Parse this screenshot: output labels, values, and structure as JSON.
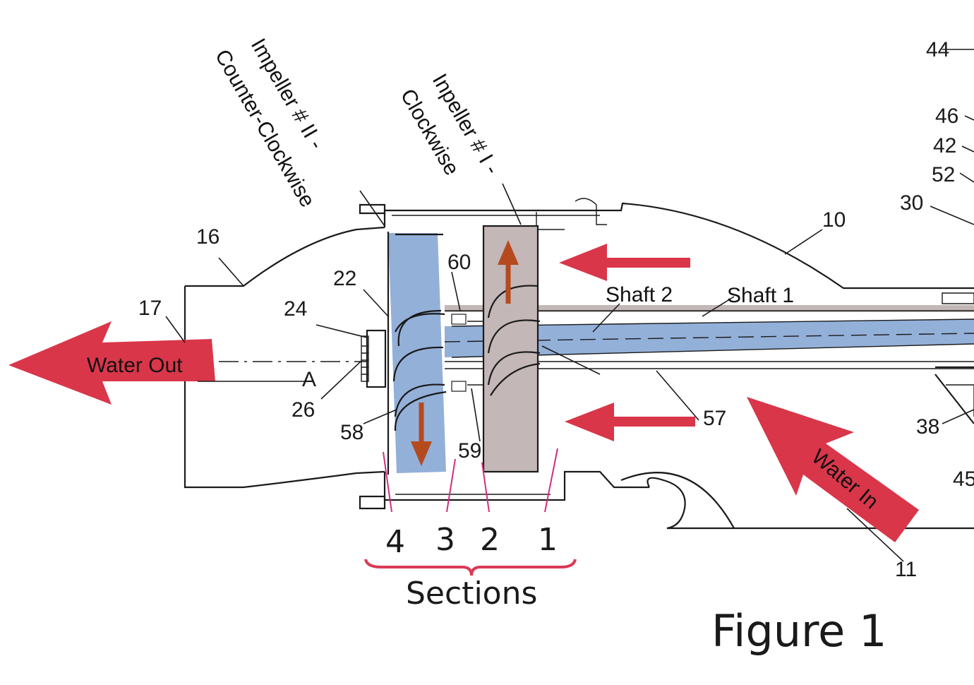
{
  "figure": {
    "title": "Figure 1",
    "colors": {
      "arrow_red": "#d9364a",
      "impeller_blue": "#93b0d9",
      "impeller_gray": "#c3b7b7",
      "rotation_arrow": "#b54a1e",
      "section_line": "#d12f7e",
      "section_brace": "#d93a55",
      "section_1_text": "#3a4d9a"
    }
  },
  "labels": {
    "impeller2_line1": "Impeller # II -",
    "impeller2_line2": "Counter-Clockwise",
    "impeller1_line1": "Inpeller # I -",
    "impeller1_line2": "Clockwise",
    "shaft2": "Shaft 2",
    "shaft1": "Shaft 1",
    "water_out": "Water Out",
    "water_in": "Water In",
    "axis_a": "A"
  },
  "refs": {
    "r44": "44",
    "r46": "46",
    "r42": "42",
    "r52": "52",
    "r30": "30",
    "r10": "10",
    "r16": "16",
    "r17": "17",
    "r22": "22",
    "r24": "24",
    "r26": "26",
    "r58": "58",
    "r60": "60",
    "r59": "59",
    "r57": "57",
    "r38": "38",
    "r45": "45",
    "r11": "11"
  },
  "sections": {
    "caption": "Sections",
    "s4": "4",
    "s3": "3",
    "s2": "2",
    "s1": "1"
  }
}
